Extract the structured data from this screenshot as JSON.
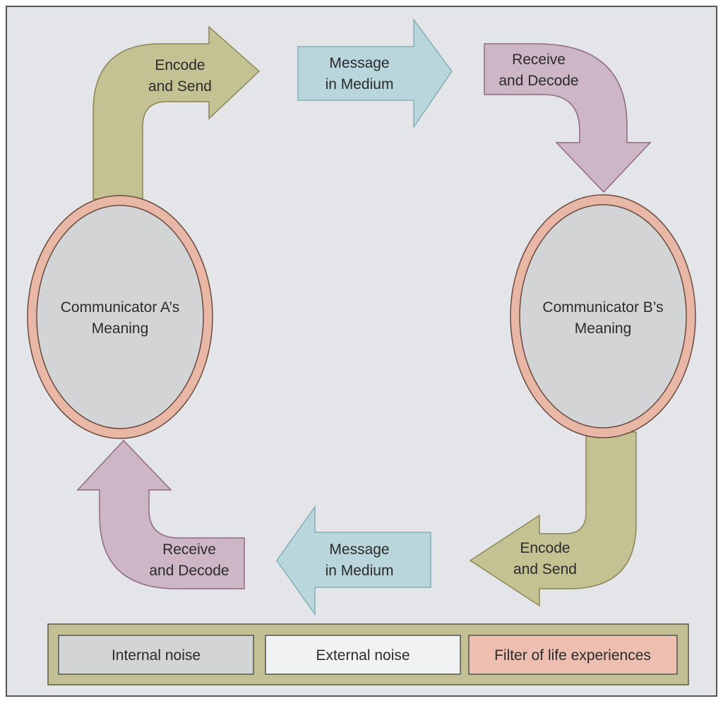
{
  "colors": {
    "background": "#e3e5e8",
    "frame": "#555555",
    "encode_arrow": "#c4c193",
    "encode_stroke": "#8a8656",
    "medium_arrow": "#b9d6dc",
    "medium_stroke": "#86aeb6",
    "decode_arrow": "#cdb6c6",
    "decode_stroke": "#8e6a84",
    "communicator_fill": "#d3d4d6",
    "filter_ring": "#e9b7a5",
    "ring_stroke": "#6a4a40",
    "legend_bar": "#c2c094",
    "internal_noise": "#d3d4d6",
    "external_noise": "#f1f2f3",
    "filter_box": "#eebfb0"
  },
  "communicator_a": {
    "line1": "Communicator A’s",
    "line2": "Meaning"
  },
  "communicator_b": {
    "line1": "Communicator B’s",
    "line2": "Meaning"
  },
  "top_encode": {
    "line1": "Encode",
    "line2": "and Send"
  },
  "top_medium": {
    "line1": "Message",
    "line2": "in Medium"
  },
  "top_decode": {
    "line1": "Receive",
    "line2": "and Decode"
  },
  "bottom_encode": {
    "line1": "Encode",
    "line2": "and Send"
  },
  "bottom_medium": {
    "line1": "Message",
    "line2": "in Medium"
  },
  "bottom_decode": {
    "line1": "Receive",
    "line2": "and Decode"
  },
  "legend": {
    "internal_noise": "Internal noise",
    "external_noise": "External noise",
    "filter": "Filter of life experiences"
  }
}
